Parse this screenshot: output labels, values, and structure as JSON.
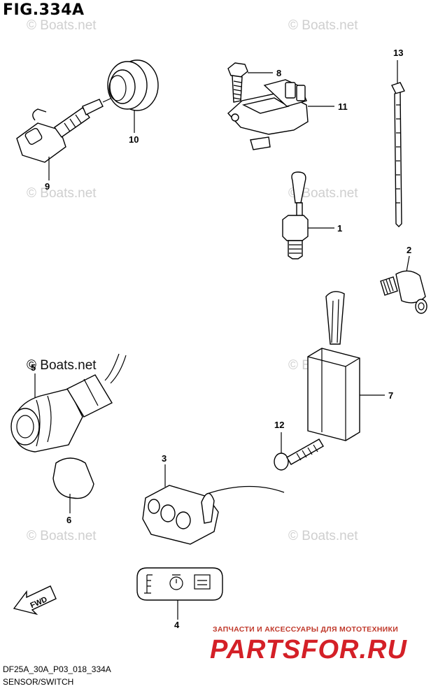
{
  "figure": {
    "title": "FIG.334A",
    "code": "DF25A_30A_P03_018_334A",
    "subtitle": "SENSOR/SWITCH"
  },
  "watermark": {
    "text": "© Boats.net"
  },
  "callouts": [
    "1",
    "2",
    "3",
    "4",
    "5",
    "6",
    "7",
    "8",
    "9",
    "10",
    "11",
    "12",
    "13"
  ],
  "fwd_label": "FWD",
  "branding": {
    "promo_text": "ЗАПЧАСТИ И АКСЕССУАРЫ ДЛЯ МОТОТЕХНИКИ",
    "logo_text": "PARTSFOR.RU",
    "color": "#d42027"
  }
}
